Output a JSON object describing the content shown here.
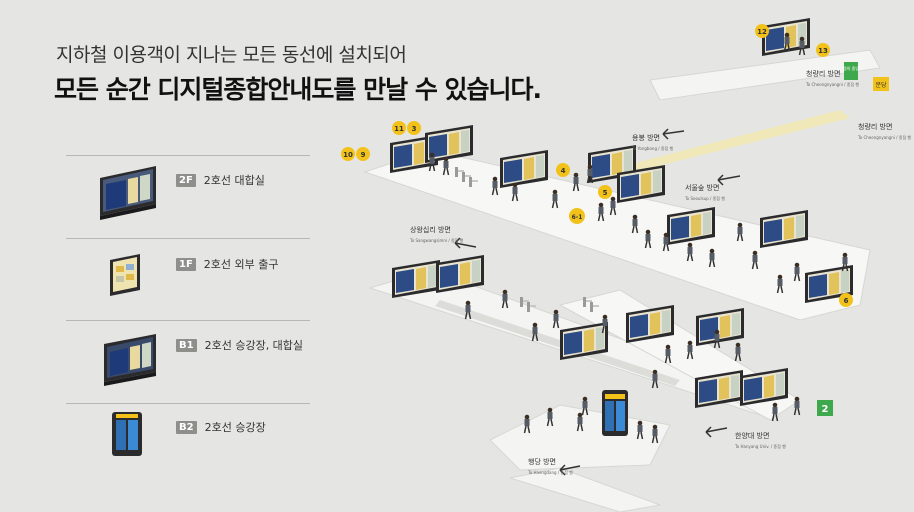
{
  "header": {
    "subtitle": "지하철 이용객이 지나는 모든 동선에 설치되어",
    "title": "모든 순간 디지털종합안내도를 만날 수 있습니다."
  },
  "legend": [
    {
      "floor": "2F",
      "desc": "2호선 대합실",
      "device": "wide-display"
    },
    {
      "floor": "1F",
      "desc": "2호선 외부 출구",
      "device": "small-display"
    },
    {
      "floor": "B1",
      "desc": "2호선 승강장, 대합실",
      "device": "wide-display"
    },
    {
      "floor": "B2",
      "desc": "2호선 승강장",
      "device": "kiosk"
    }
  ],
  "map": {
    "line_badge": "2",
    "bundang_badge": "분당",
    "top_badge": "경의 중앙",
    "numbers": [
      "12",
      "13",
      "11",
      "3",
      "10",
      "9",
      "4",
      "5",
      "6-1",
      "6"
    ],
    "directions": [
      {
        "label": "청량리 방면",
        "sub": "To Cheongnyangni / 종점 행"
      },
      {
        "label": "청량리 방면",
        "sub": "To Cheongnyangni / 종점 행"
      },
      {
        "label": "용봉 방면",
        "sub": "To Yongbong / 종점 행"
      },
      {
        "label": "서울숲 방면",
        "sub": "To Seoulsup / 종점 행"
      },
      {
        "label": "상왕십리 방면",
        "sub": "To Sangwangsimni / 종점 행"
      },
      {
        "label": "한양대 방면",
        "sub": "To Hanyang Univ. / 종점 행"
      },
      {
        "label": "행당 방면",
        "sub": "To Haengdang / 종점 행"
      }
    ]
  },
  "colors": {
    "background": "#e5e6e3",
    "accent_yellow": "#f2c21a",
    "line2_green": "#3ea84c",
    "platform": "#f4f4f2",
    "screen_dark": "#2b2b2e"
  }
}
